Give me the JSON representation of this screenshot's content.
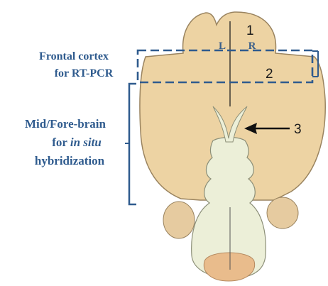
{
  "labels": {
    "frontal_line1": "Frontal cortex",
    "frontal_line2": "for RT-PCR",
    "mid_line1": "Mid/Fore-brain",
    "mid_line2_prefix": "for ",
    "mid_line2_italic": "in situ",
    "mid_line3": "hybridization",
    "left": "L",
    "right": "R",
    "marker_1": "1",
    "marker_2": "2",
    "marker_3": "3"
  },
  "colors": {
    "cortex": "#edd3a3",
    "cortex_stroke": "#9a8460",
    "stem": "#ecefd8",
    "stem_stroke": "#8c8f78",
    "lobe": "#e6cba0",
    "bulb": "#e9bc8c",
    "accent": "#2f5b8e"
  }
}
